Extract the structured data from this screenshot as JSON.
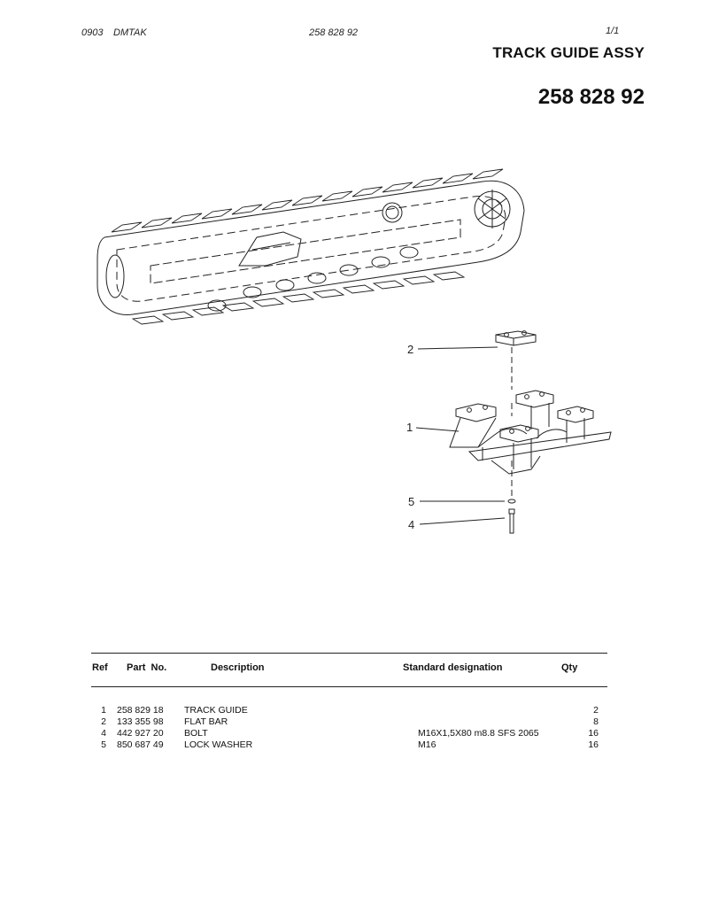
{
  "header": {
    "code": "0903",
    "org": "DMTAK",
    "doc_number": "258 828 92",
    "page": "1/1"
  },
  "title": "TRACK GUIDE ASSY",
  "part_number": "258 828 92",
  "callouts": {
    "c2": "2",
    "c1": "1",
    "c5": "5",
    "c4": "4"
  },
  "table": {
    "columns": {
      "ref": "Ref",
      "part_no": "Part  No.",
      "description": "Description",
      "standard": "Standard designation",
      "qty": "Qty"
    },
    "rows": [
      {
        "ref": "1",
        "part_no": "258 829 18",
        "description": "TRACK GUIDE",
        "standard": "",
        "qty": "2"
      },
      {
        "ref": "2",
        "part_no": "133 355 98",
        "description": "FLAT BAR",
        "standard": "",
        "qty": "8"
      },
      {
        "ref": "4",
        "part_no": "442 927 20",
        "description": "BOLT",
        "standard": "M16X1,5X80 m8.8 SFS 2065",
        "qty": "16"
      },
      {
        "ref": "5",
        "part_no": "850 687 49",
        "description": "LOCK WASHER",
        "standard": "M16",
        "qty": "16"
      }
    ]
  }
}
